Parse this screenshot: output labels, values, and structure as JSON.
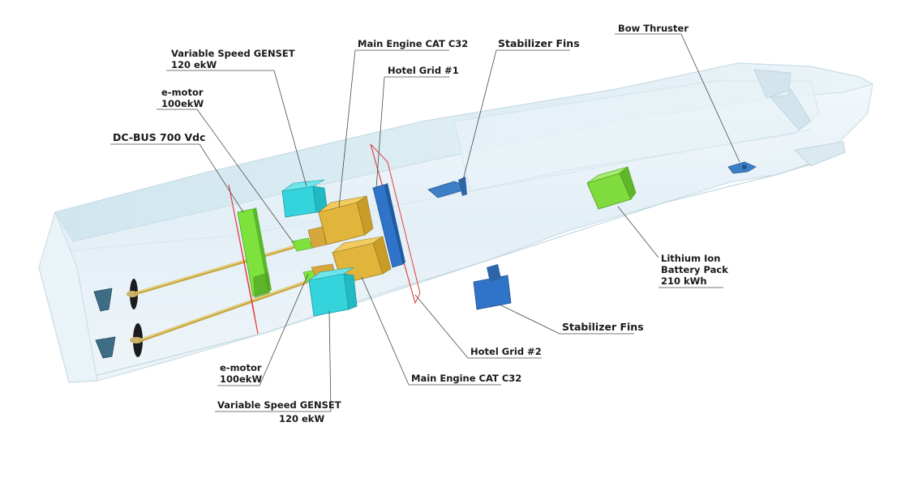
{
  "labels": {
    "variable_speed_genset_top": {
      "name": "Variable Speed GENSET",
      "rating": "120 ekW"
    },
    "e_motor_top": {
      "name": "e-motor",
      "rating": "100ekW"
    },
    "dc_bus": {
      "name": "DC-BUS 700 Vdc"
    },
    "main_engine_top": {
      "name": "Main Engine CAT C32"
    },
    "hotel_grid_1": {
      "name": "Hotel Grid #1"
    },
    "stabilizer_fins_top": {
      "name": "Stabilizer Fins"
    },
    "bow_thruster": {
      "name": "Bow Thruster"
    },
    "lithium_ion_battery": {
      "line1": "Lithium Ion",
      "line2": "Battery Pack",
      "line3": "210 kWh"
    },
    "stabilizer_fins_bottom": {
      "name": "Stabilizer Fins"
    },
    "hotel_grid_2": {
      "name": "Hotel Grid #2"
    },
    "main_engine_bottom": {
      "name": "Main Engine CAT C32"
    },
    "e_motor_bottom": {
      "name": "e-motor",
      "rating": "100ekW"
    },
    "variable_speed_genset_bottom": {
      "name": "Variable Speed GENSET",
      "rating": "120 ekW"
    }
  },
  "colors": {
    "genset": "#35d3dc",
    "engine": "#e1b43b",
    "dc_bus": "#7ee23d",
    "battery": "#7fdc3c",
    "hotel_grid_panel": "#2f74c8",
    "bus_plane_outline": "#e04040",
    "hull_glass": "#dfeff6"
  }
}
